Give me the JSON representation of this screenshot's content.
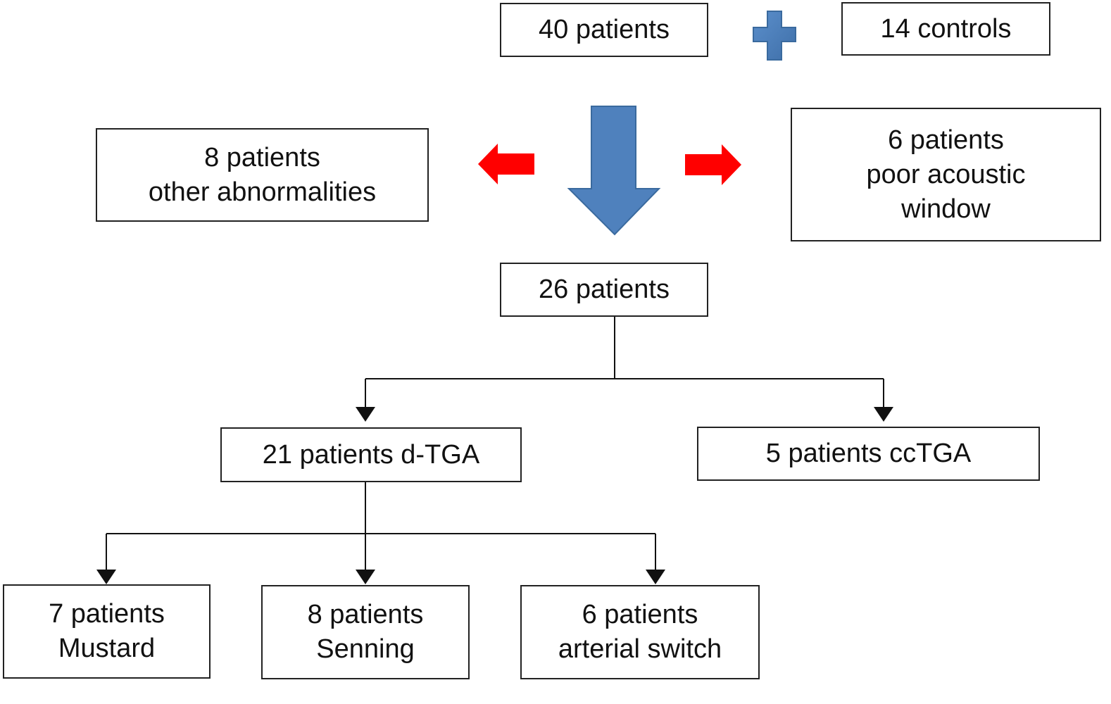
{
  "boxes": {
    "patients_40": {
      "line1": "40 patients"
    },
    "controls_14": {
      "line1": "14 controls"
    },
    "excluded_other": {
      "line1": "8 patients",
      "line2": "other abnormalities"
    },
    "excluded_acoustic": {
      "line1": "6 patients",
      "line2": "poor acoustic",
      "line3": "window"
    },
    "patients_26": {
      "line1": "26 patients"
    },
    "dtga": {
      "line1": "21 patients d-TGA"
    },
    "cctga": {
      "line1": "5 patients ccTGA"
    },
    "mustard": {
      "line1": "7 patients",
      "line2": "Mustard"
    },
    "senning": {
      "line1": "8 patients",
      "line2": "Senning"
    },
    "arterial_switch": {
      "line1": "6 patients",
      "line2": "arterial switch"
    }
  },
  "colors": {
    "main_arrow": "#4f81bd",
    "main_arrow_stroke": "#3a6a9e",
    "plus_sign": "#4f81bd",
    "exclusion_arrow": "#ff0000",
    "connector": "#111111"
  },
  "icons": {
    "plus": "plus-icon",
    "down_arrow": "down-arrow-icon",
    "left_arrow": "left-arrow-icon",
    "right_arrow": "right-arrow-icon"
  }
}
